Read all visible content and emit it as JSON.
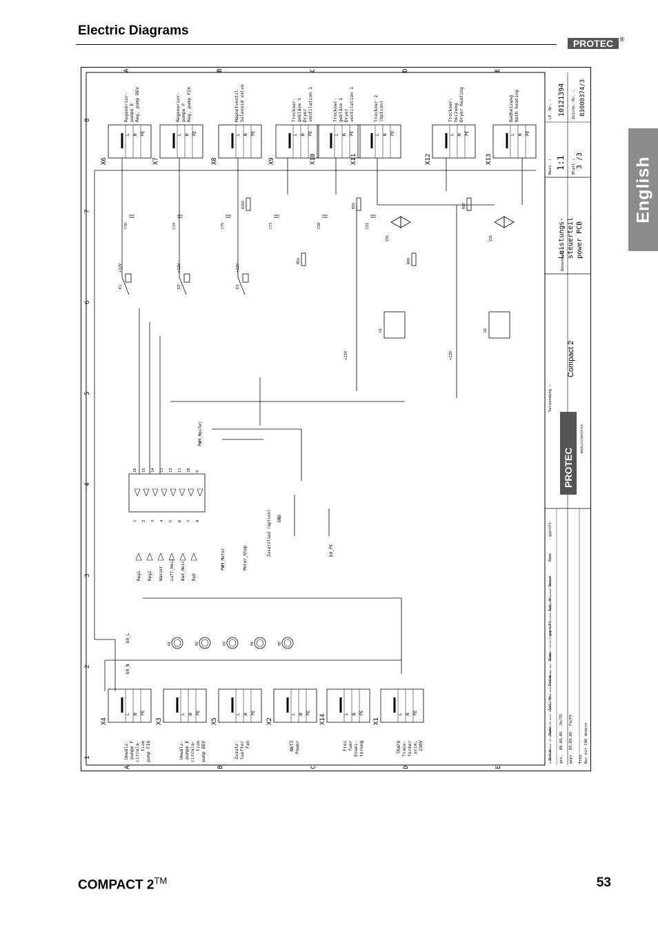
{
  "header": {
    "title": "Electric Diagrams",
    "brand": "PROTEC",
    "registered": "®"
  },
  "side_tab": {
    "label": "English",
    "color": "#8c8c8c"
  },
  "footer": {
    "model": "COMPACT 2",
    "trademark": "TM",
    "page": "53"
  },
  "diagram": {
    "grid_cols": [
      "1",
      "2",
      "3",
      "4",
      "5",
      "6",
      "7",
      "8"
    ],
    "grid_rows": [
      "A",
      "B",
      "C",
      "D",
      "E"
    ],
    "connectors_top": [
      {
        "id": "X6",
        "desc": [
          "Regenerier-",
          "pumpe E",
          "Reg. pump DEV"
        ]
      },
      {
        "id": "X7",
        "desc": [
          "Regenerier-",
          "pumpe F",
          "Reg. pump FIX"
        ]
      },
      {
        "id": "X8",
        "desc": [
          "Magnetventil",
          "Solenoid valve"
        ]
      },
      {
        "id": "X9",
        "desc": [
          "Trockner-",
          "gebläse 1",
          "Dryer",
          "ventilation 1"
        ]
      },
      {
        "id": "X10",
        "desc": [
          "Trockner-",
          "gebläse 1",
          "Dryer",
          "ventilation 1"
        ]
      },
      {
        "id": "X11",
        "desc": [
          "Trockner 2",
          "(Option)"
        ]
      },
      {
        "id": "X12",
        "desc": [
          "Trockner-",
          "heizung",
          "Dryer heating"
        ]
      },
      {
        "id": "X13",
        "desc": [
          "Badheizung",
          "Bath heating"
        ]
      }
    ],
    "connectors_bottom": [
      {
        "id": "X4",
        "desc": [
          "Umwälz-",
          "pumpe F",
          "circula-",
          "tion",
          "pump FIX"
        ]
      },
      {
        "id": "X3",
        "desc": [
          "Umwälz-",
          "pumpe E",
          "circula-",
          "tion",
          "pump DEV"
        ]
      },
      {
        "id": "X5",
        "desc": [
          "Zusatz-",
          "luefter",
          "Fan"
        ]
      },
      {
        "id": "X2",
        "desc": [
          "NETZ",
          "Power"
        ]
      },
      {
        "id": "X14",
        "desc": [
          "Frei",
          "fuer",
          "Erwei-",
          "terung"
        ]
      },
      {
        "id": "X1",
        "desc": [
          "TRAFO",
          "Trans-",
          "former",
          "prim.",
          "230V"
        ]
      }
    ],
    "pins": [
      "L",
      "N",
      "PE"
    ],
    "relays": [
      "K1",
      "K2",
      "K3"
    ],
    "supply": "+12V",
    "triacs": [
      "V25",
      "V26"
    ],
    "optos": [
      "U1",
      "U2"
    ],
    "caps": [
      "C76",
      "C74",
      "C75",
      "C73",
      "C50",
      "C51"
    ],
    "resistors": [
      "R103",
      "R54",
      "R58",
      "R90",
      "R87"
    ],
    "driver_outputs": [
      "16",
      "15",
      "14",
      "13",
      "12",
      "11",
      "10",
      "9"
    ],
    "driver_inputs": [
      "1",
      "2",
      "3",
      "4",
      "5",
      "6",
      "7",
      "8"
    ],
    "signals_left": [
      "Reg1",
      "Reg2",
      "Wasser",
      "Luft_Heiz",
      "Bad_Heiz",
      "RxD"
    ],
    "signals_misc": [
      "PWM_Mosfet",
      "PWM_Motor",
      "Motor_Stop",
      "Zusatzlied (option)",
      "b9_PE",
      "b9_N",
      "b9_L",
      "GND"
    ],
    "leds": [
      "H1",
      "H2",
      "H3",
      "H4",
      "H5"
    ],
    "title_block": {
      "benennung_label": "Benennung :",
      "title_de": "Leistungs-",
      "title_de2": "steuerteil",
      "title_en": "power PCB",
      "verwendung_label": "Verwendung :",
      "verwendung": "Compact 2",
      "mass_label": "Mass. :",
      "scale": "1:1",
      "blatt_label": "Blatt :",
      "sheet": "3 /3",
      "lp_label": "LP.-Nr. :",
      "lp_number": "10121394",
      "zeich_label": "Zeichn.-Nr. :",
      "drawing_number": "83000374/3",
      "company": "PROTEC",
      "company_sub": "medizintechnik",
      "rows": [
        {
          "role": "ges.",
          "date": "09.09.05",
          "name": "Jk/TD"
        },
        {
          "role": "gepr",
          "date": "09.09.05",
          "name": "Fa/FK"
        },
        {
          "role": "frei",
          "date": "",
          "name": ""
        }
      ],
      "footnote": "Nur mit CAD ändern",
      "headers": [
        "Datum",
        "Name",
        "Änd.-Nr",
        "Datum",
        "Name",
        "geprüft",
        "Änd.-Nr",
        "Datum",
        "Name",
        "geprüft"
      ],
      "copyright": "Diese Zeichnung ist ausdrücklich unser Eigentum. Ohne unsere Zustimmung darf sie weder vervielfältigt noch Dritten zugänglich gemacht werden."
    }
  }
}
